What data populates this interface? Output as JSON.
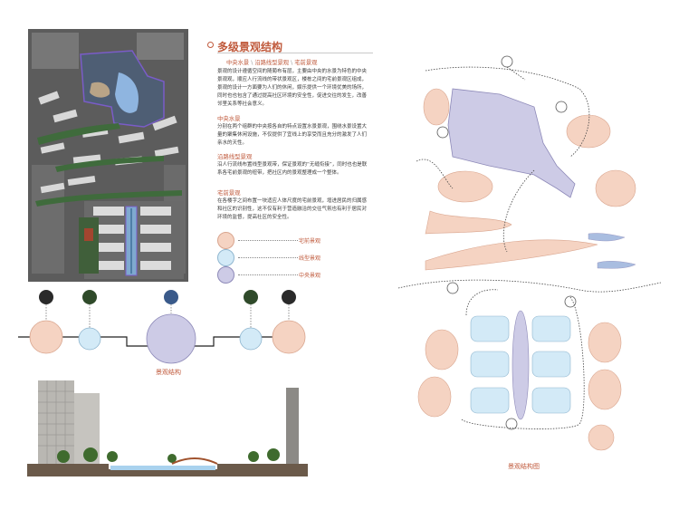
{
  "title": "多级景观结构",
  "tabs": [
    "中央水景",
    "沿路线型景观",
    "宅前景观"
  ],
  "tab_separator": "\\",
  "intro": "景观的设计遵循空间的随葡布有层，主要由中央的水景为特色的中央景观观，顺应人行流线的带状景观区，楼栋之间的宅前景观区组成，景观的设计一方面要为人们的休闲，娱乐提供一个环境优美的场所，同时也也包含了通过提高社区环境的安全性，促进交往的发生，改善邻里关系等社会意义。",
  "sections": [
    {
      "heading": "中央水景",
      "text": "分别在两个组群的中央按各自的特点设置水景景观，围绕水景设置大量的聚集休闲设施，不仅提供了宜线上的享受而且充分的激发了人们亲水的天性。"
    },
    {
      "heading": "沿路线型景观",
      "text": "沿人行流线布置线型景观带，保证景观的“无缝衔接”，同时也也是联系各宅前景观的纽带，把社区内的景观整理成一个整体。"
    },
    {
      "heading": "宅前景观",
      "text": "在各楼字之间布置一块适应人体尺度的宅前景观，增进居民的归属感和社区的识别性，这不仅有利于营造融洽的交往气氛也有利于居民对环境的监督，提高社区的安全性。"
    }
  ],
  "legend": [
    {
      "label": "宅前景观",
      "color": "#f5d3c2",
      "border": "#d9a58e"
    },
    {
      "label": "线型景观",
      "color": "#d3eaf7",
      "border": "#8fb6cf"
    },
    {
      "label": "中央景观",
      "color": "#cdcbe6",
      "border": "#8d89b8"
    }
  ],
  "captions": {
    "section_diagram": "景观结构",
    "plan_diagram": "景观结构图"
  },
  "colors": {
    "accent": "#c05a3c",
    "courtyard_fill": "#f5d3c2",
    "linear_fill": "#d3eaf7",
    "central_fill": "#cdcbe6",
    "river_blue": "#a9bde0"
  }
}
